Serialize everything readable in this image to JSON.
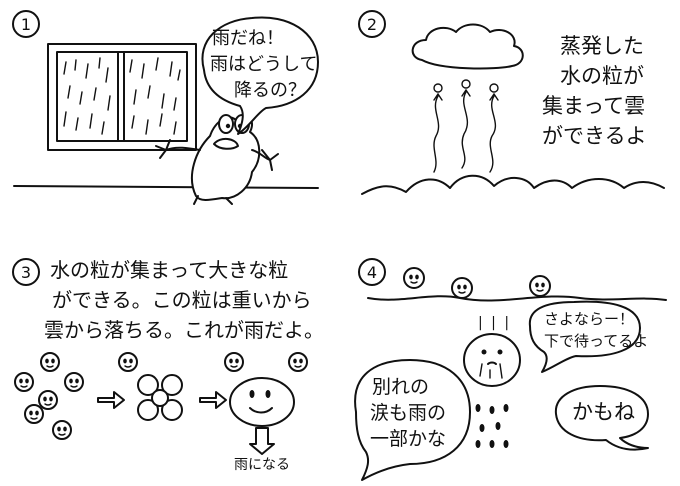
{
  "panel1": {
    "number": "①",
    "bubble_lines": [
      "雨だね！",
      "雨はどうして",
      "降るの？"
    ]
  },
  "panel2": {
    "number": "②",
    "caption_lines": [
      "蒸発した",
      "水の粒が",
      "集まって雲",
      "ができるよ"
    ]
  },
  "panel3": {
    "number": "③",
    "caption_lines": [
      "水の粒が集まって大きな粒",
      "ができる。この粒は重いから",
      "雲から落ちる。これが雨だよ。"
    ],
    "arrow_label": "雨になる"
  },
  "panel4": {
    "number": "④",
    "bubble_right_lines": [
      "さよならー！",
      "下で待ってるよ"
    ],
    "bubble_left_lines": [
      "別れの",
      "涙も雨の",
      "一部かな"
    ],
    "bubble_small": "かもね",
    "surprise_marks": "| | |"
  }
}
